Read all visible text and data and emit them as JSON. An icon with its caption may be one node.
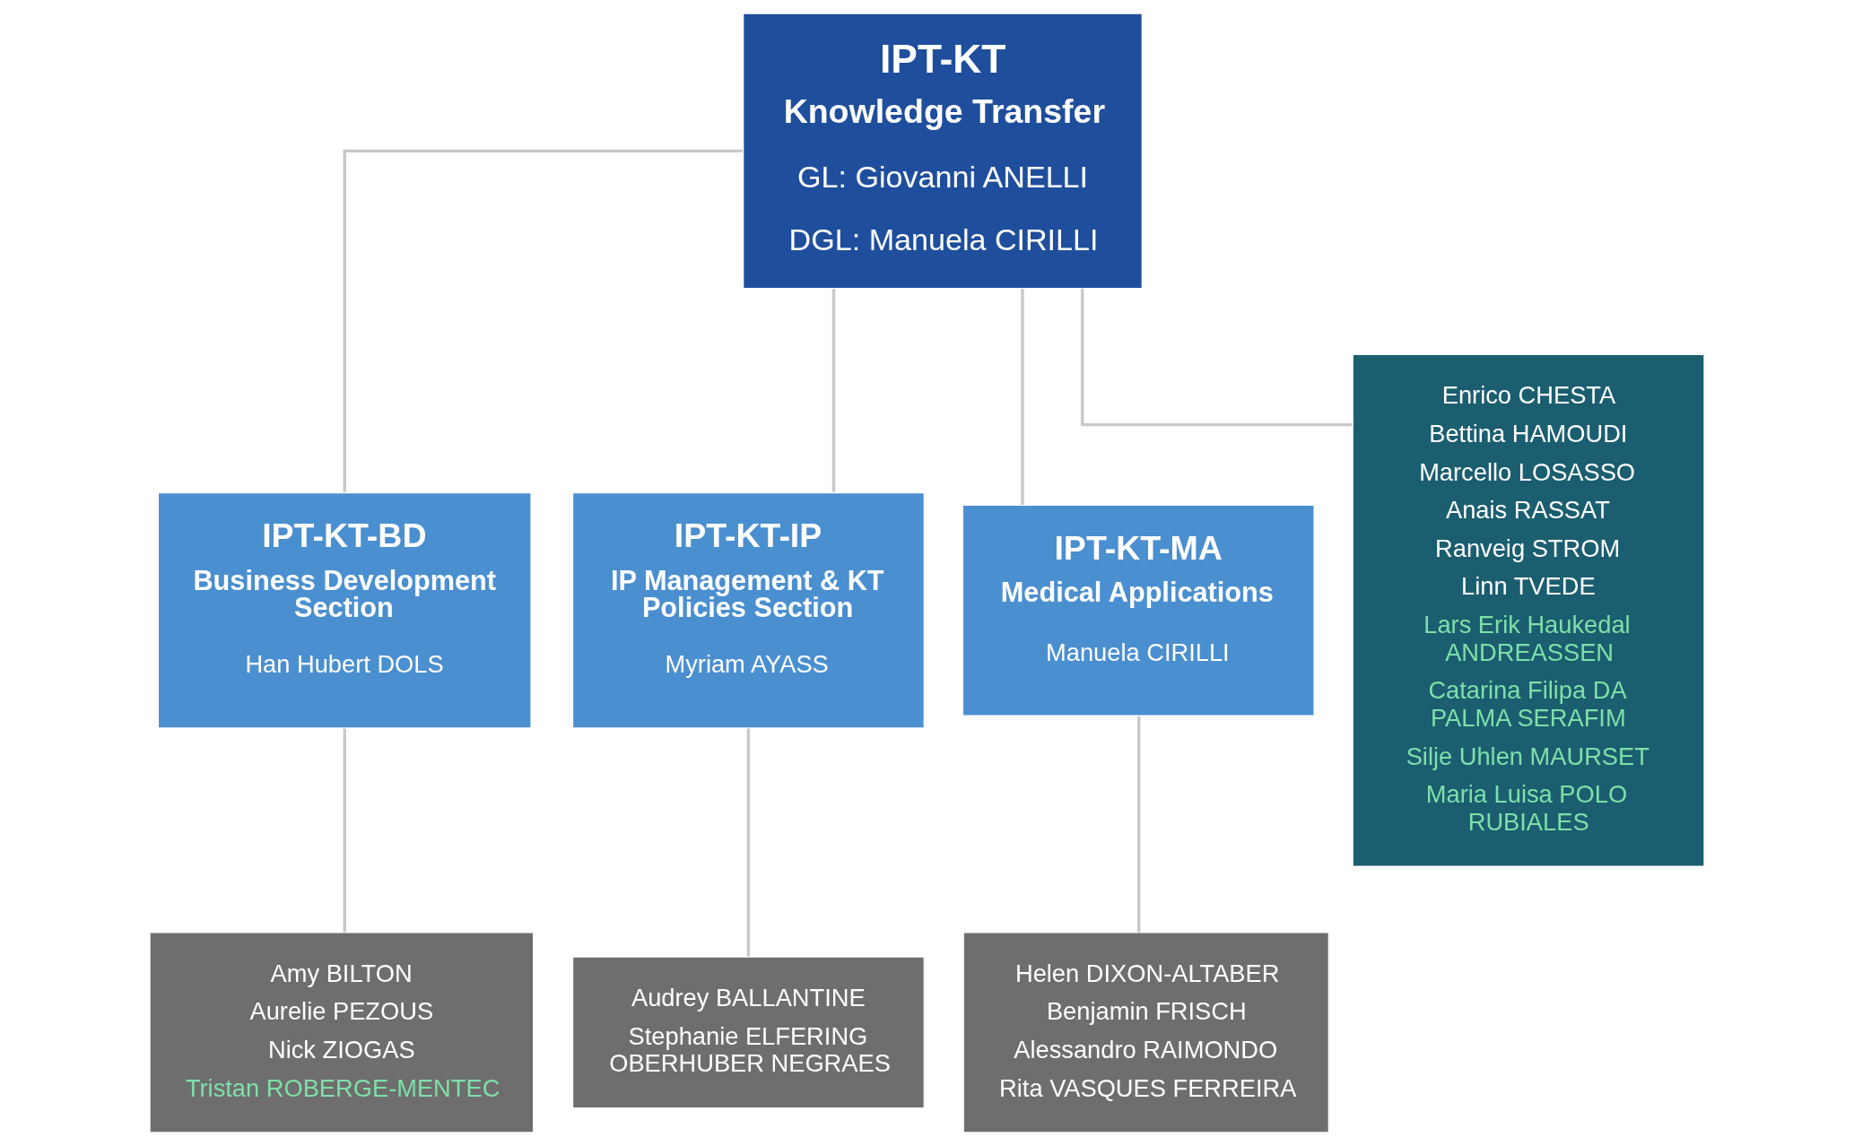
{
  "diagram": {
    "nodes": [
      {
        "text": [
          "IPT-KT",
          "Knowledge Transfer",
          "GL: Giovanni ANELLI",
          "DGL: Manuela CIRILLI"
        ]
      },
      {
        "text": [
          "IPT-KT-BD",
          "Business Development Section",
          "Han Hubert DOLS"
        ]
      },
      {
        "text": [
          "IPT-KT-IP",
          "IP Management & KT Policies Section",
          "Myriam AYASS"
        ]
      },
      {
        "text": [
          "IPT-KT-MA",
          "Medical Applications",
          "Manuela CIRILLI"
        ]
      },
      {
        "text": [
          "Enrico CHESTA",
          "Bettina HAMOUDI",
          "Marcello LOSASSO",
          "Anais RASSAT",
          "Ranveig STROM",
          "Linn TVEDE",
          "Lars Erik Haukedal ANDREASSEN",
          "Catarina Filipa DA PALMA SERAFIM",
          "Silje Uhlen MAURSET",
          "Maria Luisa POLO RUBIALES"
        ]
      },
      {
        "text": [
          "Amy BILTON",
          "Aurelie PEZOUS",
          "Nick ZIOGAS",
          "Tristan ROBERGE-MENTEC"
        ]
      },
      {
        "text": [
          "Audrey BALLANTINE",
          "Stephanie ELFERING OBERHUBER NEGRAES"
        ]
      },
      {
        "text": [
          "Helen DIXON-ALTABER",
          "Benjamin FRISCH",
          "Alessandro RAIMONDO",
          "Rita VASQUES FERREIRA"
        ]
      }
    ],
    "edges": [
      {
        "from": 0,
        "to": 1,
        "arrow": "none"
      },
      {
        "from": 0,
        "to": 2,
        "arrow": "none"
      },
      {
        "from": 0,
        "to": 3,
        "arrow": "none"
      },
      {
        "from": 0,
        "to": 4,
        "arrow": "none"
      },
      {
        "from": 1,
        "to": 5,
        "arrow": "none"
      },
      {
        "from": 2,
        "to": 6,
        "arrow": "none"
      },
      {
        "from": 3,
        "to": 7,
        "arrow": "none"
      }
    ]
  }
}
